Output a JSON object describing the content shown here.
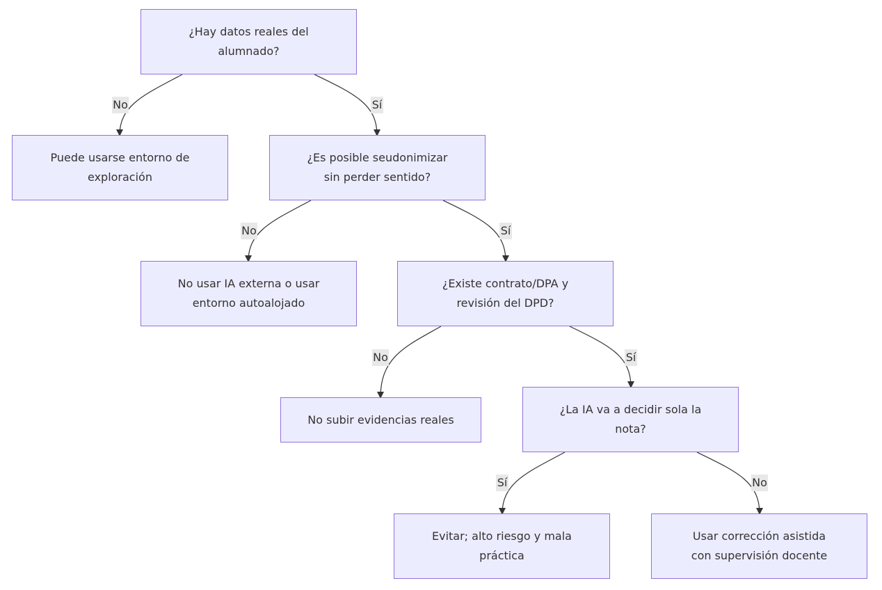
{
  "nodes": {
    "q1": "¿Hay datos reales del\nalumnado?",
    "explore": "Puede usarse entorno de\nexploración",
    "q2": "¿Es posible seudonimizar\nsin perder sentido?",
    "no_external": "No usar IA externa o usar\nentorno autoalojado",
    "q3": "¿Existe contrato/DPA y\nrevisión del DPD?",
    "no_upload": "No subir evidencias reales",
    "q4": "¿La IA va a decidir sola la\nnota?",
    "avoid": "Evitar; alto riesgo y mala\npráctica",
    "assisted": "Usar corrección asistida\ncon supervisión docente"
  },
  "edge_labels": {
    "q1_no": "No",
    "q1_yes": "Sí",
    "q2_no": "No",
    "q2_yes": "Sí",
    "q3_no": "No",
    "q3_yes": "Sí",
    "q4_yes": "Sí",
    "q4_no": "No"
  },
  "colors": {
    "node_fill": "#ececff",
    "node_border": "#9370db",
    "edge_line": "#333333",
    "label_bg": "#e8e8e8"
  }
}
